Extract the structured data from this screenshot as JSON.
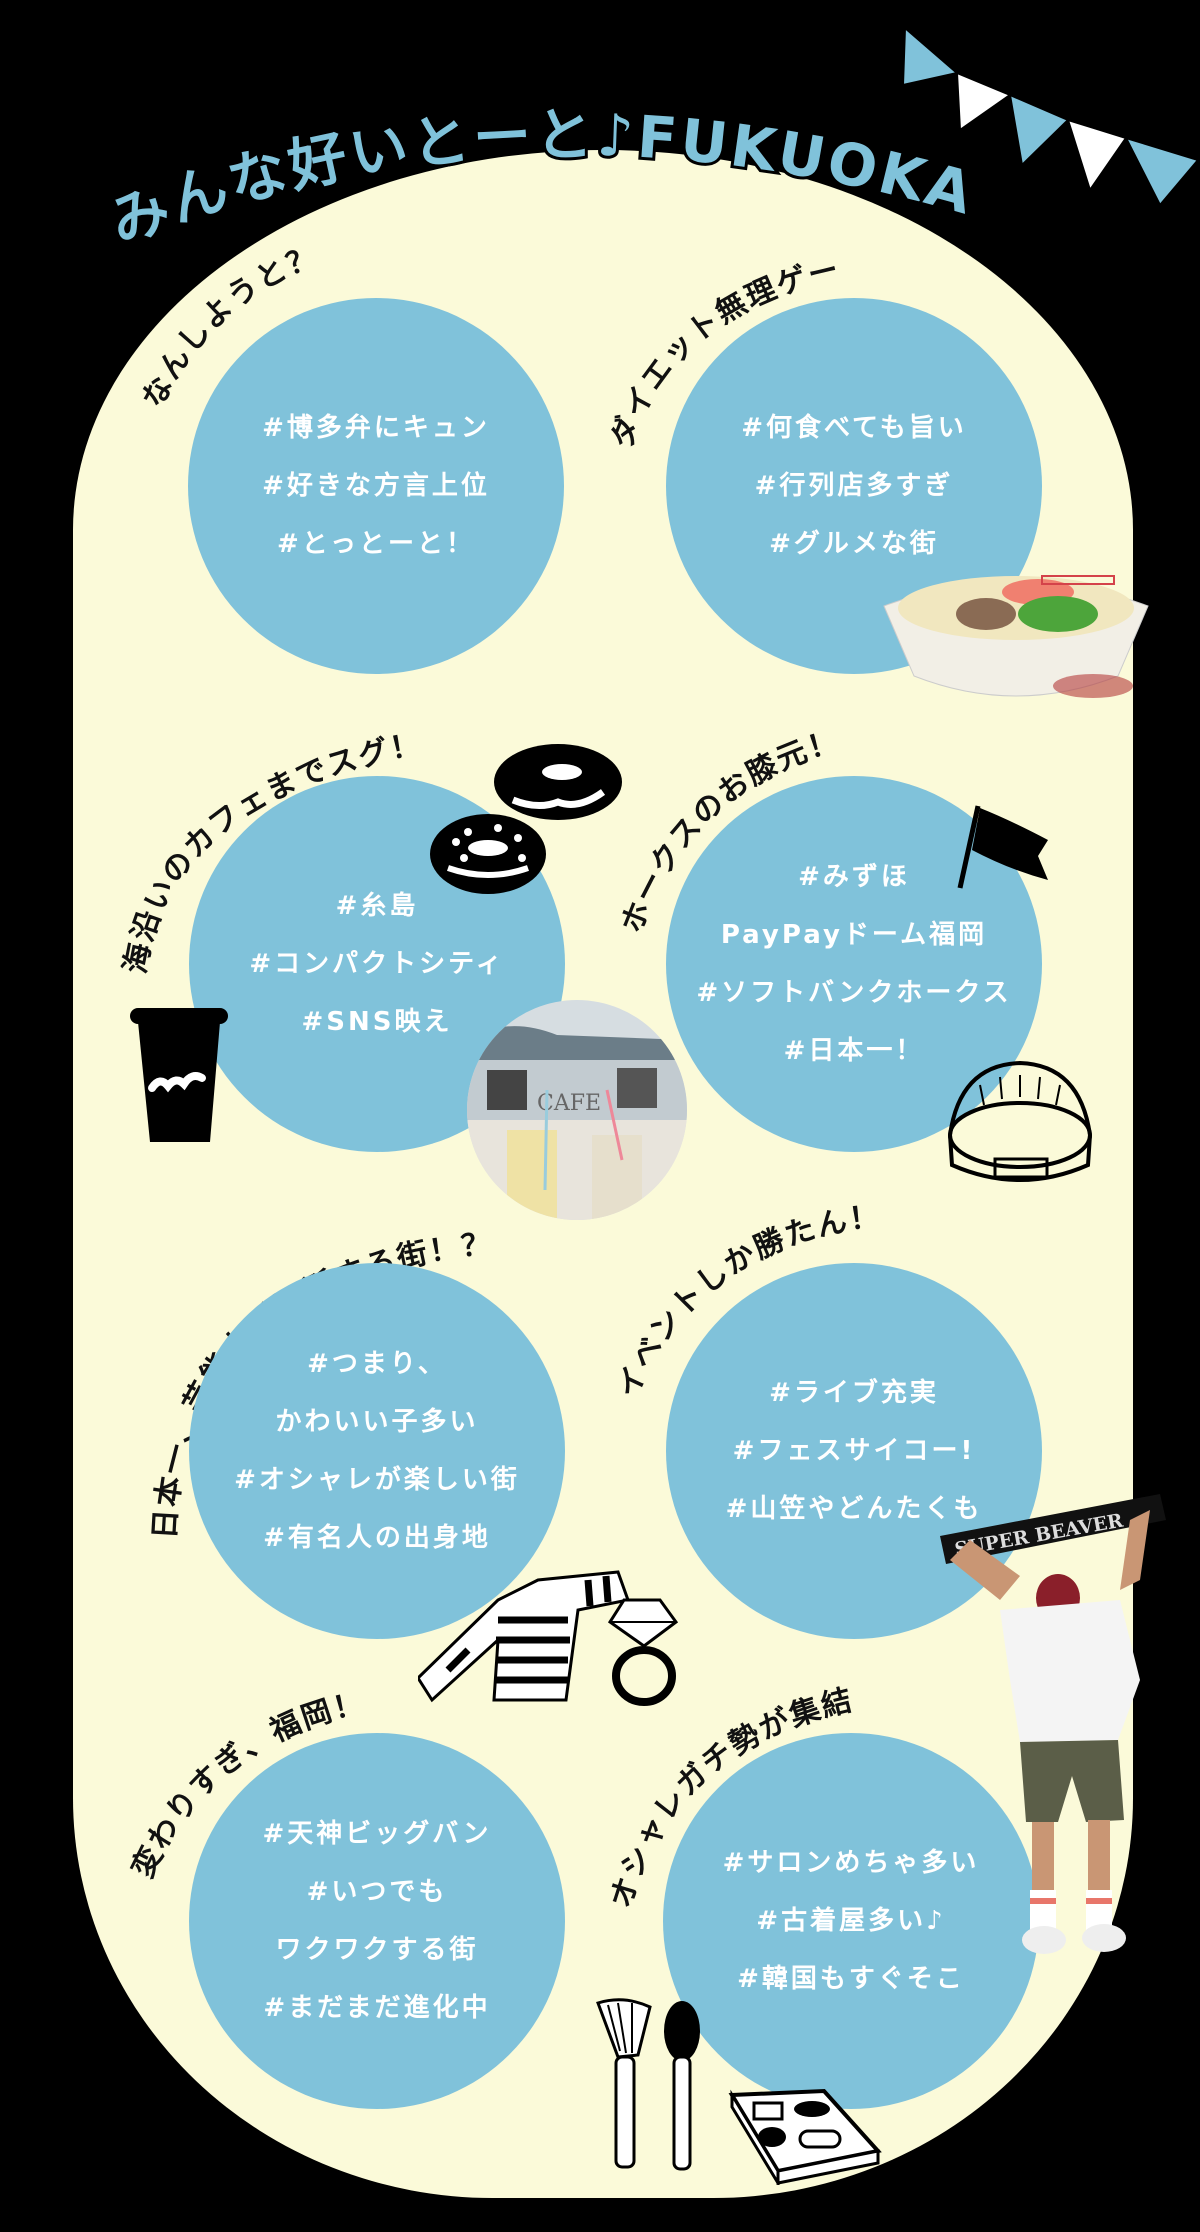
{
  "title": {
    "text": "みんな好いとーと♪FUKUOKA",
    "color": "#80C2DA"
  },
  "colors": {
    "background": "#000000",
    "panel": "#FBFAD9",
    "circle": "#80C2DA",
    "circle_text": "#FFFFFF",
    "heading_text": "#111111"
  },
  "sections": [
    {
      "heading": "なんしようと？",
      "tags": [
        "#博多弁にキュン",
        "#好きな方言上位",
        "#とっとーと！"
      ]
    },
    {
      "heading": "ダイエット無理ゲー",
      "tags": [
        "#何食べても旨い",
        "#行列店多すぎ",
        "#グルメな街"
      ]
    },
    {
      "heading": "海沿いのカフェまでスグ！",
      "tags": [
        "#糸島",
        "#コンパクトシティ",
        "#SNS映え"
      ]
    },
    {
      "heading": "ホークスのお膝元！",
      "tags": [
        "#みずほ",
        "PayPayドーム福岡",
        "#ソフトバンクホークス",
        "#日本一！"
      ]
    },
    {
      "heading": "日本一、芸能人が爆誕する街！？",
      "tags": [
        "#つまり、",
        "かわいい子多い",
        "#オシャレが楽しい街",
        "#有名人の出身地"
      ]
    },
    {
      "heading": "イベントしか勝たん！",
      "tags": [
        "#ライブ充実",
        "#フェスサイコー!",
        "#山笠やどんたくも"
      ]
    },
    {
      "heading": "変わりすぎ、福岡！",
      "tags": [
        "#天神ビッグバン",
        "#いつでも",
        "ワクワクする街",
        "#まだまだ進化中"
      ]
    },
    {
      "heading": "オシャレガチ勢が集結",
      "tags": [
        "#サロンめちゃ多い",
        "#古着屋多い♪",
        "#韓国もすぐそこ"
      ]
    }
  ],
  "illustrations": {
    "ramen": "ramen-bowl-photo",
    "donuts": "donut-icon",
    "cup": "coffee-cup-icon",
    "cafe_photo": "cafe-drinks-photo",
    "cafe_sign": "CAFE",
    "flag": "flag-icon",
    "dome": "stadium-dome-icon",
    "shirt": "striped-shirt-icon",
    "ring": "diamond-ring-icon",
    "fan_photo": "super-beaver-fan-photo",
    "towel_text": "SUPER BEAVER",
    "brushes": "makeup-brush-icon",
    "palette": "makeup-palette-icon"
  }
}
